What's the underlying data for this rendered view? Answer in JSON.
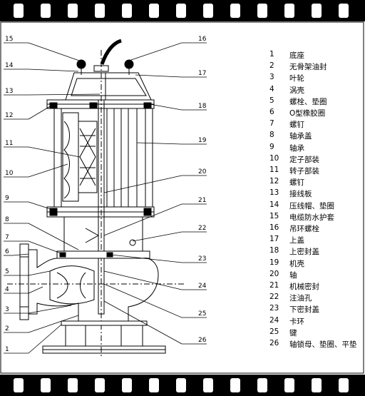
{
  "legend": [
    {
      "num": "1",
      "name": "底座"
    },
    {
      "num": "2",
      "name": "无骨架油封"
    },
    {
      "num": "3",
      "name": "叶轮"
    },
    {
      "num": "4",
      "name": "涡壳"
    },
    {
      "num": "5",
      "name": "螺栓、垫圈"
    },
    {
      "num": "6",
      "name": "O型橡胶圈"
    },
    {
      "num": "7",
      "name": "螺钉"
    },
    {
      "num": "8",
      "name": "轴承盖"
    },
    {
      "num": "9",
      "name": "轴承"
    },
    {
      "num": "10",
      "name": "定子部装"
    },
    {
      "num": "11",
      "name": "转子部装"
    },
    {
      "num": "12",
      "name": "螺钉"
    },
    {
      "num": "13",
      "name": "接线板"
    },
    {
      "num": "14",
      "name": "压线帽、垫圈"
    },
    {
      "num": "15",
      "name": "电缆防水护套"
    },
    {
      "num": "16",
      "name": "吊环螺栓"
    },
    {
      "num": "17",
      "name": "上盖"
    },
    {
      "num": "18",
      "name": "上密封盖"
    },
    {
      "num": "19",
      "name": "机壳"
    },
    {
      "num": "20",
      "name": "轴"
    },
    {
      "num": "21",
      "name": "机械密封"
    },
    {
      "num": "22",
      "name": "注油孔"
    },
    {
      "num": "23",
      "name": "下密封盖"
    },
    {
      "num": "24",
      "name": "卡环"
    },
    {
      "num": "25",
      "name": "键"
    },
    {
      "num": "26",
      "name": "轴锁母、垫圈、平垫"
    }
  ],
  "callouts": {
    "left": [
      "15",
      "14",
      "13",
      "12",
      "11",
      "10",
      "9",
      "8",
      "7",
      "6",
      "5",
      "4",
      "3",
      "2",
      "1"
    ],
    "right": [
      "16",
      "17",
      "18",
      "19",
      "20",
      "21",
      "22",
      "23",
      "24",
      "25",
      "26"
    ]
  }
}
